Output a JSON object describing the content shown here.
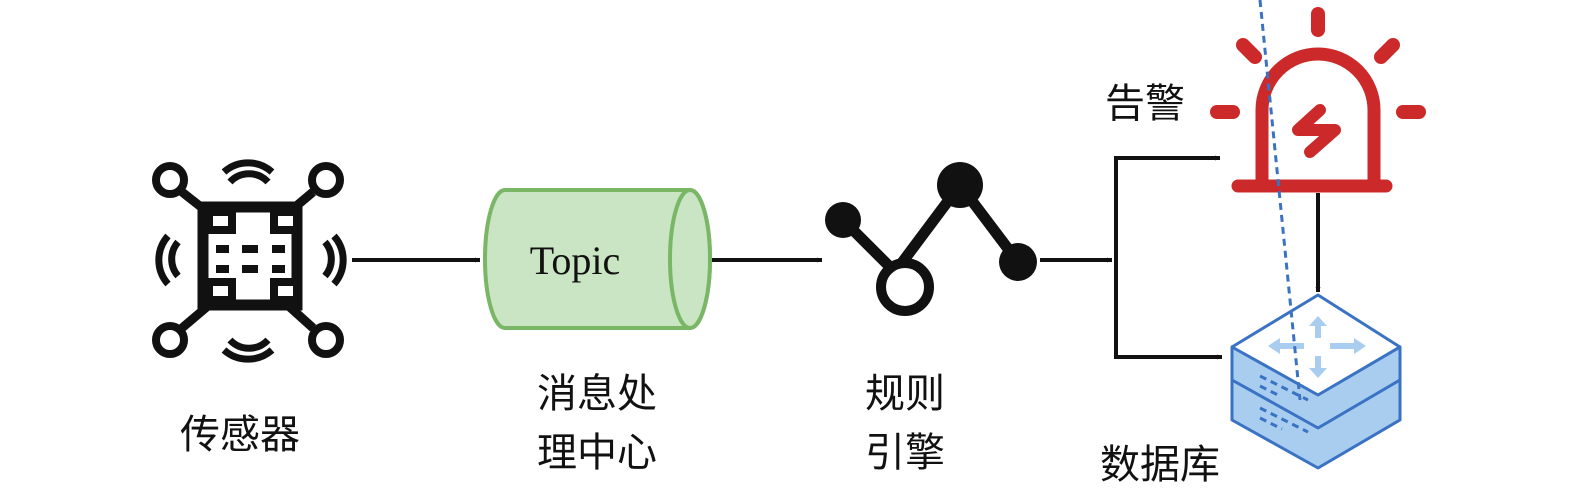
{
  "nodes": {
    "sensor": {
      "label": "传感器",
      "icon": "sensor-icon"
    },
    "message_center": {
      "label_line1": "消息处",
      "label_line2": "理中心",
      "inner_text": "Topic",
      "fill": "#c9e5c3",
      "stroke": "#79b766"
    },
    "rule_engine": {
      "label_line1": "规则",
      "label_line2": "引擎",
      "icon": "rule-graph-icon"
    },
    "alarm": {
      "label": "告警",
      "color": "#cc2a2a",
      "icon": "siren-icon"
    },
    "database": {
      "label": "数据库",
      "fill": "#a9cdee",
      "stroke": "#3a72c4",
      "icon": "database-icon"
    }
  },
  "edges": [
    {
      "from": "sensor",
      "to": "message_center"
    },
    {
      "from": "message_center",
      "to": "rule_engine"
    },
    {
      "from": "rule_engine",
      "to": "alarm"
    },
    {
      "from": "rule_engine",
      "to": "database"
    },
    {
      "from": "alarm",
      "to": "database"
    }
  ]
}
